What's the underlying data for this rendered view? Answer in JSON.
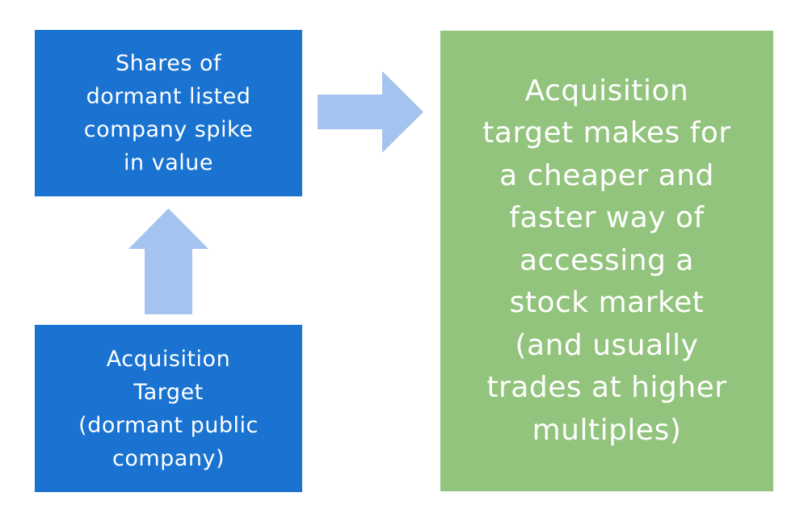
{
  "diagram": {
    "colors": {
      "box_blue": "#1a73d1",
      "box_green": "#93c47d",
      "arrow": "#a4c3ee",
      "text": "#ffffff"
    },
    "top_box": {
      "text": "Shares of\ndormant listed\ncompany spike\nin value"
    },
    "bottom_box": {
      "text": "Acquisition\nTarget\n(dormant public\ncompany)"
    },
    "right_box": {
      "text": "Acquisition\ntarget makes for\na cheaper and\nfaster way of\naccessing a\nstock market\n(and usually\ntrades at higher\nmultiples)"
    },
    "connectors": [
      {
        "from": "bottom_box",
        "to": "top_box",
        "direction": "up"
      },
      {
        "from": "top_box",
        "to": "right_box",
        "direction": "right"
      }
    ]
  }
}
